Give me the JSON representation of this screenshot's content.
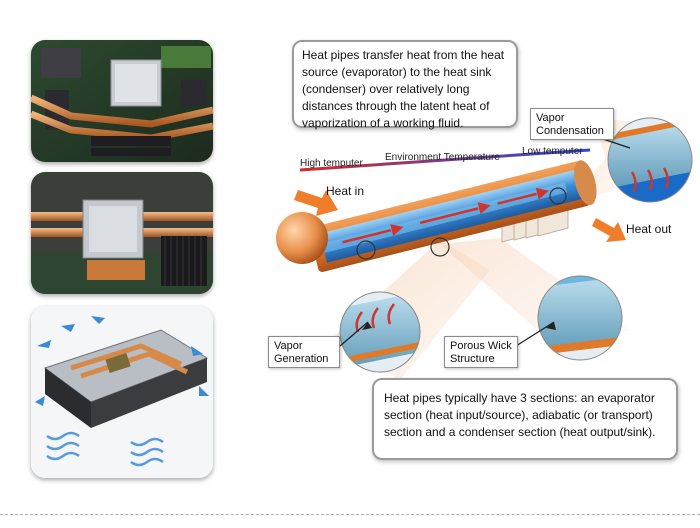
{
  "callout_top": {
    "lines": [
      "Heat pipes transfer heat from the  heat",
      "source (evaporator) to the heat sink",
      "(condenser) over relatively long",
      "distances through the  latent heat of",
      "vaporization of a working fluid."
    ]
  },
  "callout_bottom": {
    "lines": [
      "Heat pipes typically have 3 sections: an evaporator",
      "section (heat input/source), adiabatic (or transport)",
      "section and a condenser section (heat output/sink)."
    ]
  },
  "temperature_scale": {
    "high": "High temputer",
    "middle": "Environment Temperature",
    "low": "Low temputer"
  },
  "labels": {
    "heat_in": "Heat in",
    "heat_out": "Heat out",
    "vapor_condensation": [
      "Vapor",
      "Condensation"
    ],
    "vapor_generation": [
      "Vapor",
      "Generation"
    ],
    "porous_wick": [
      "Porous Wick",
      "Structure"
    ]
  },
  "colors": {
    "copper": "#e07a2a",
    "pipe_blue": "#3b8ad6",
    "arrow_orange": "#f07d2a",
    "arrow_red": "#d0342c"
  }
}
